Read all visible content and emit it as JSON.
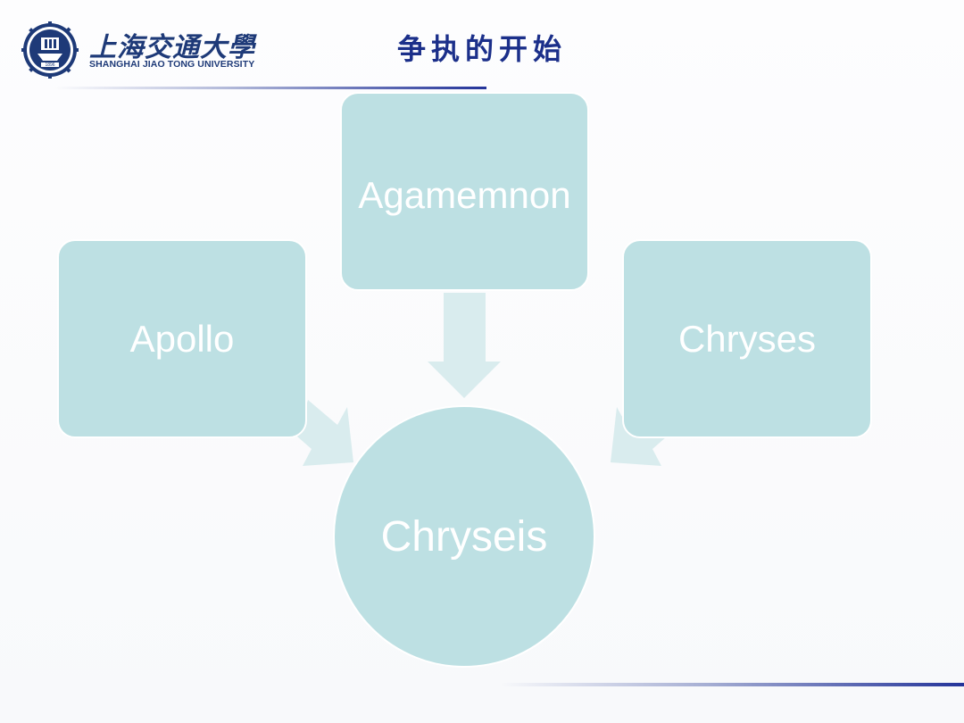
{
  "header": {
    "logo_cn": "上海交通大學",
    "logo_en": "SHANGHAI JIAO TONG UNIVERSITY",
    "logo_year": "1896",
    "title": "争执的开始"
  },
  "diagram": {
    "center": {
      "label": "Chryseis"
    },
    "sources": [
      {
        "label": "Agamemnon"
      },
      {
        "label": "Apollo"
      },
      {
        "label": "Chryses"
      }
    ]
  },
  "colors": {
    "node_fill": "#bde0e3",
    "arrow_fill": "#d9ecee",
    "node_text": "#ffffff",
    "title_color": "#1b2f8a",
    "logo_color": "#1e3a78",
    "rule_color": "#24349a"
  },
  "icons": {
    "logo": "university-emblem-icon"
  }
}
